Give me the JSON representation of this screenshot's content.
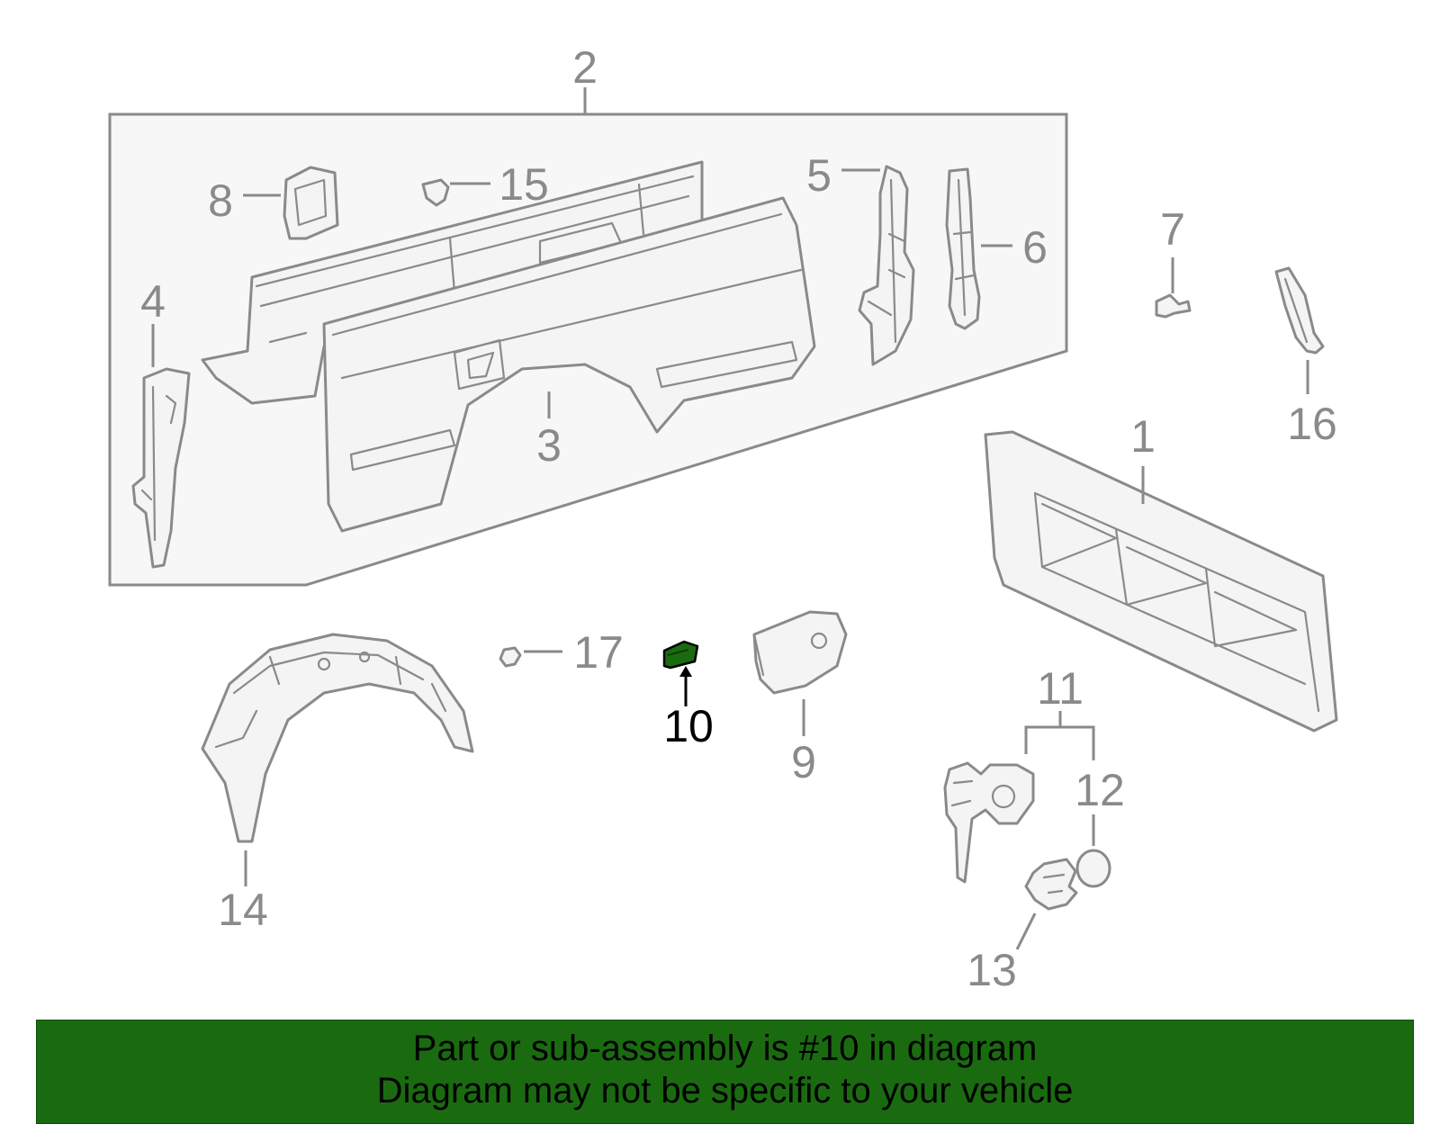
{
  "callouts": {
    "c1": "1",
    "c2": "2",
    "c3": "3",
    "c4": "4",
    "c5": "5",
    "c6": "6",
    "c7": "7",
    "c8": "8",
    "c9": "9",
    "c10": "10",
    "c11": "11",
    "c12": "12",
    "c13": "13",
    "c14": "14",
    "c15": "15",
    "c16": "16",
    "c17": "17"
  },
  "highlighted_part": "10",
  "colors": {
    "line_gray": "#8a8a8a",
    "highlight_green": "#1a6b10",
    "banner_green": "#1a6b10",
    "active_black": "#000000"
  },
  "banner": {
    "line1": "Part or sub-assembly is #10 in diagram",
    "line2": "Diagram may not be specific to your vehicle"
  }
}
